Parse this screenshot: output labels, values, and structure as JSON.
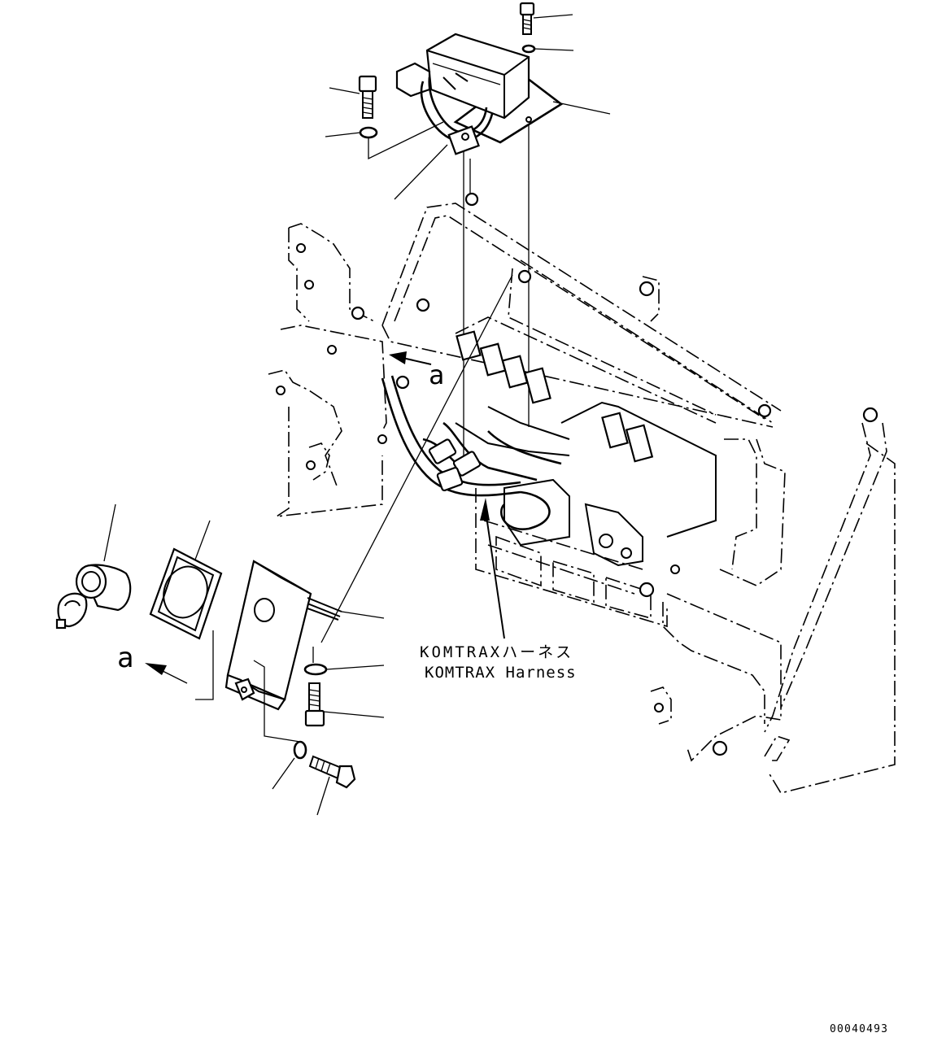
{
  "drawing": {
    "harness_label_jp": "KOMTRAXハーネス",
    "harness_label_en": "KOMTRAX Harness",
    "view_letter": "a",
    "drawing_number": "00040493"
  }
}
